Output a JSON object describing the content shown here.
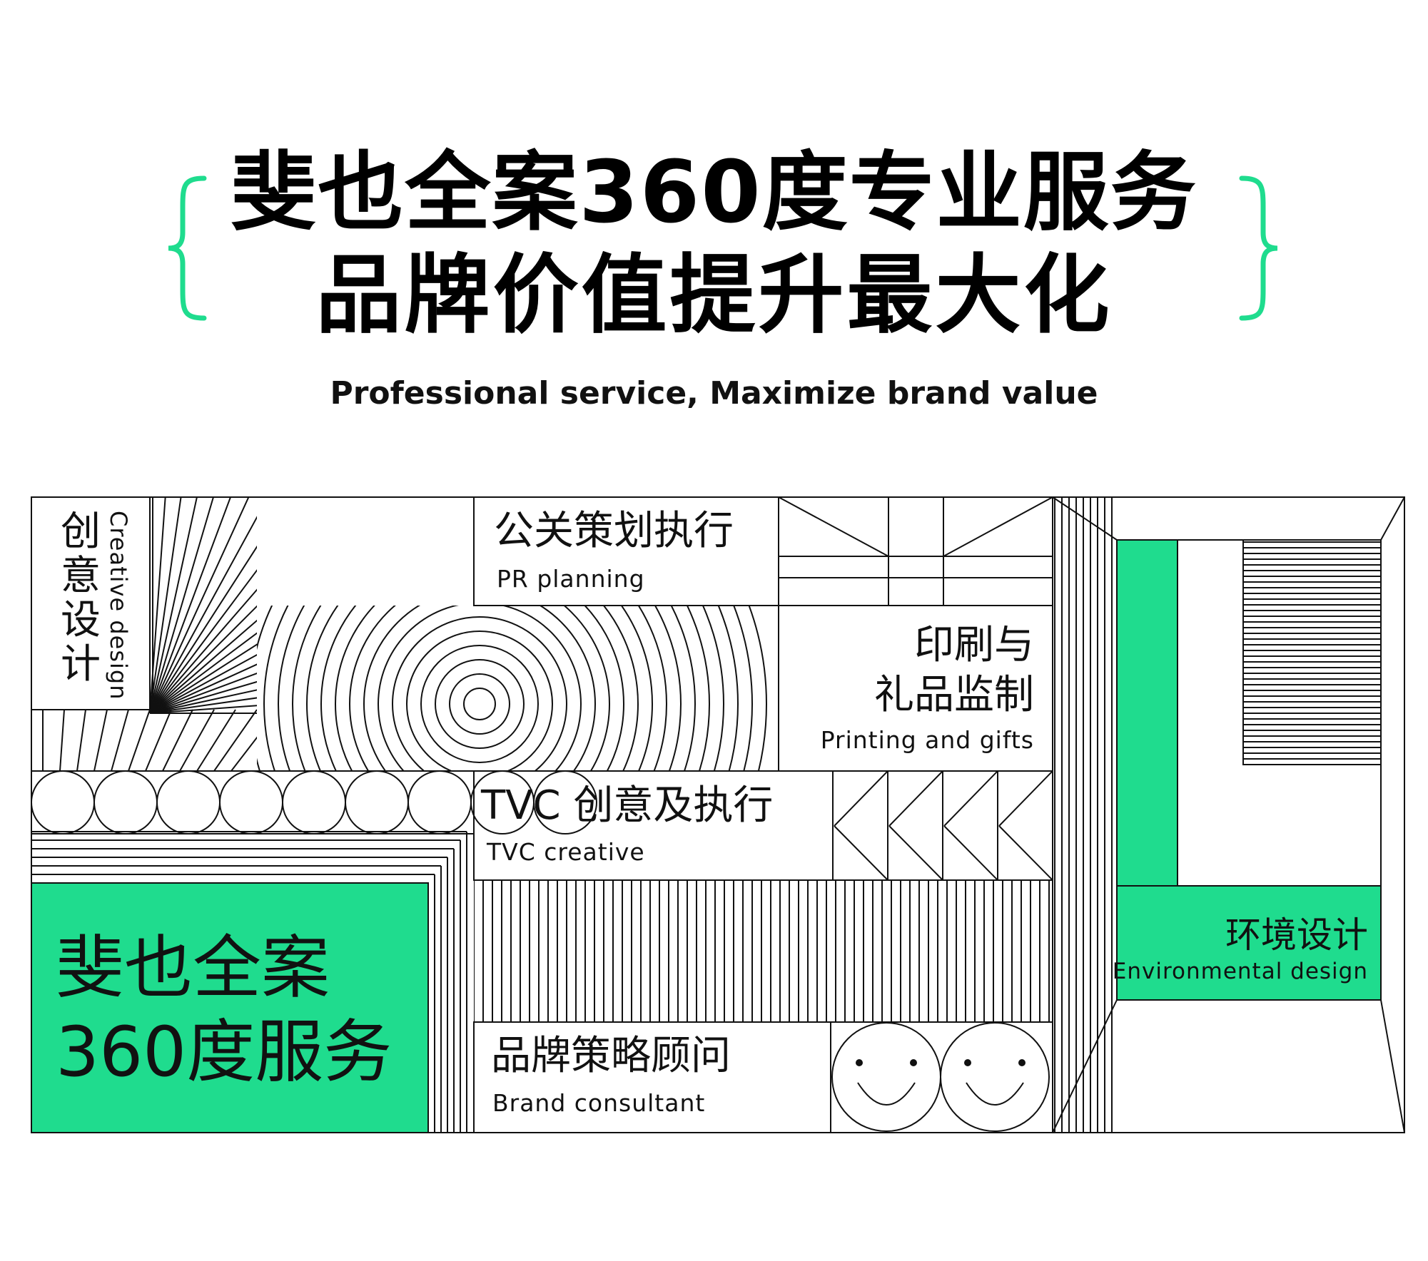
{
  "header": {
    "title_line1": "斐也全案360度专业服务",
    "title_line2": "品牌价值提升最大化",
    "subtitle": "Professional service, Maximize brand value",
    "brace_color": "#1fdc8e"
  },
  "colors": {
    "accent": "#1fdc8e",
    "line": "#111111",
    "background": "#ffffff"
  },
  "services": {
    "creative": {
      "zh": "创意设计",
      "en": "Creative design"
    },
    "pr": {
      "zh": "公关策划执行",
      "en": "PR planning"
    },
    "printing": {
      "zh_line1": "印刷与",
      "zh_line2": "礼品监制",
      "en": "Printing and gifts"
    },
    "tvc": {
      "zh": "TVC 创意及执行",
      "en": "TVC creative"
    },
    "environment": {
      "zh": "环境设计",
      "en": "Environmental design"
    },
    "brand": {
      "zh": "品牌策略顾问",
      "en": "Brand consultant"
    },
    "main": {
      "line1": "斐也全案",
      "line2": "360度服务"
    }
  },
  "icons": [
    "left-brace-icon",
    "right-brace-icon",
    "smiley-face-icon",
    "concentric-circles-pattern",
    "chevron-pattern"
  ]
}
